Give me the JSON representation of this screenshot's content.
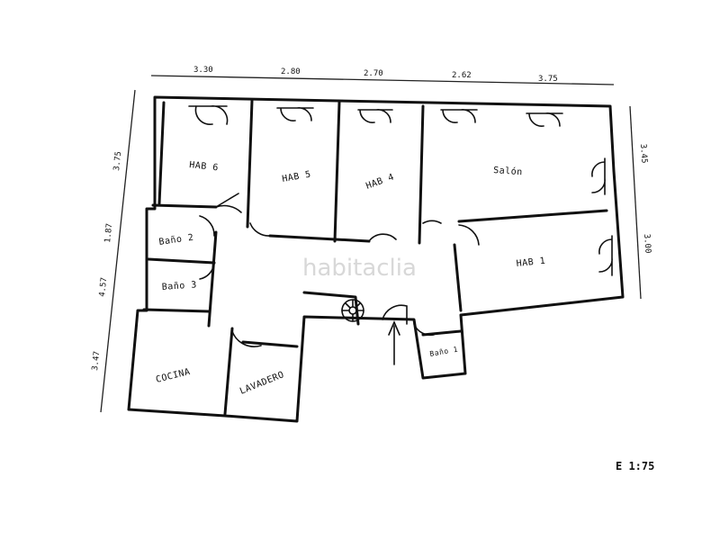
{
  "watermark": "habitaclia",
  "scale": "E 1:75",
  "dimensions": {
    "top": [
      "3.30",
      "2.80",
      "2.70",
      "2.62",
      "3.75"
    ],
    "left": [
      "3.75",
      "1.87",
      "4.57",
      "3.47"
    ],
    "right": [
      "3.45",
      "3.00"
    ]
  },
  "rooms": {
    "hab6": "HAB 6",
    "hab5": "HAB 5",
    "hab4": "HAB 4",
    "salon": "Salón",
    "hab1": "HAB 1",
    "bano2": "Baño 2",
    "bano3": "Baño 3",
    "bano1": "Baño 1",
    "cocina": "COCINA",
    "lavadero": "LAVADERO"
  }
}
